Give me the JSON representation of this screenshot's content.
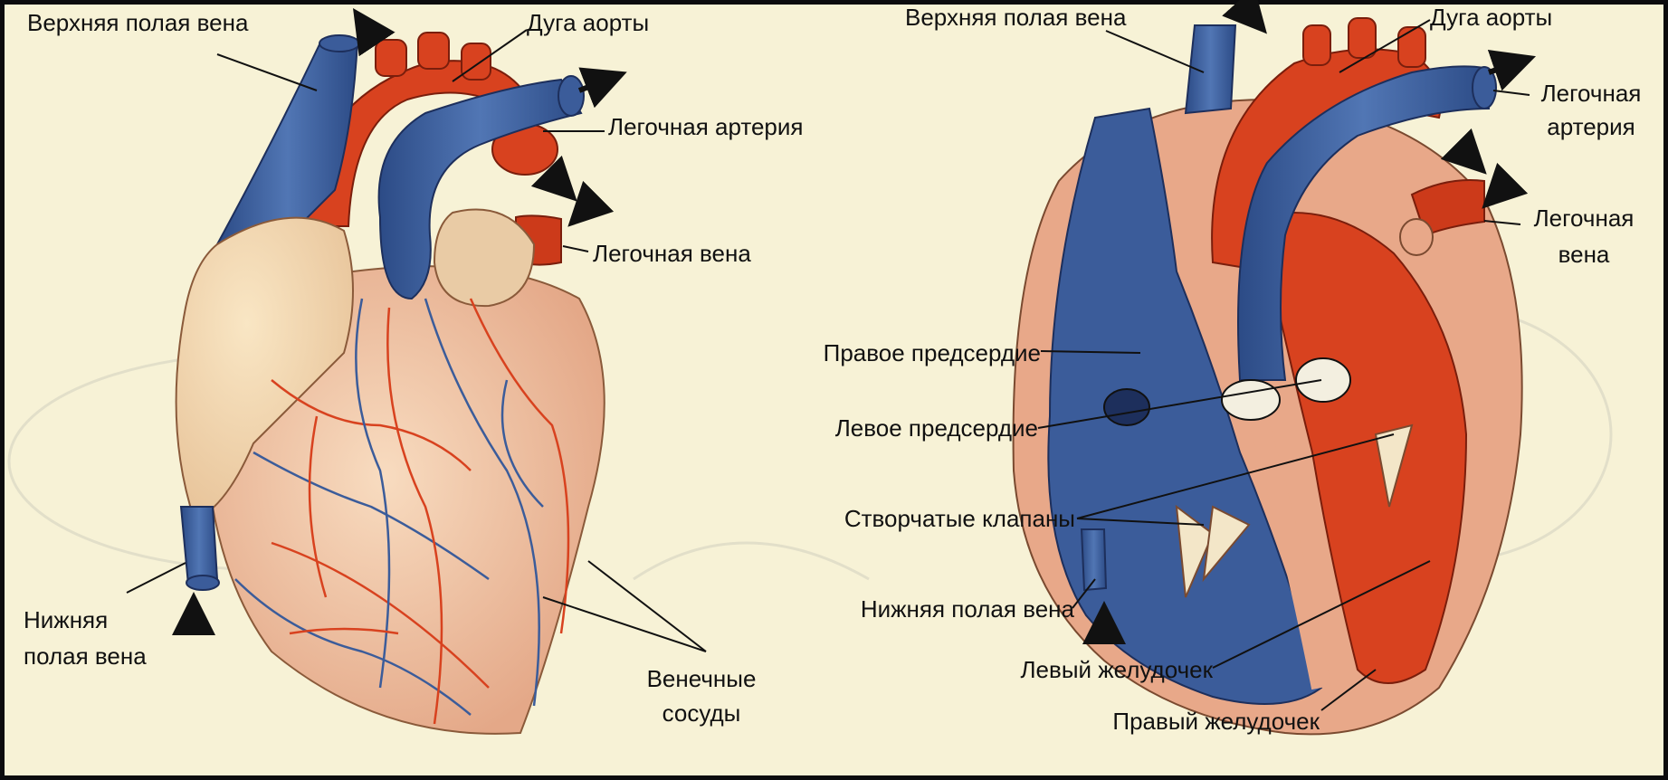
{
  "external_view": {
    "labels": {
      "superior_vena_cava": "Верхняя полая вена",
      "aortic_arch": "Дуга аорты",
      "pulmonary_artery": "Легочная артерия",
      "pulmonary_vein": "Легочная вена",
      "inferior_vena_cava_line1": "Нижняя",
      "inferior_vena_cava_line2": "полая вена",
      "coronary_vessels_line1": "Венечные",
      "coronary_vessels_line2": "сосуды"
    }
  },
  "section_view": {
    "labels": {
      "superior_vena_cava": "Верхняя полая вена",
      "aortic_arch": "Дуга аорты",
      "pulmonary_artery_line1": "Легочная",
      "pulmonary_artery_line2": "артерия",
      "pulmonary_vein_line1": "Легочная",
      "pulmonary_vein_line2": "вена",
      "right_atrium": "Правое предсердие",
      "left_atrium": "Левое предсердие",
      "atrioventricular_valves": "Створчатые клапаны",
      "inferior_vena_cava": "Нижняя полая вена",
      "left_ventricle": "Левый желудочек",
      "right_ventricle": "Правый желудочек"
    }
  },
  "colors": {
    "frame": "#0c0c0e",
    "paper": "#f7f2d6",
    "vein_blue": "#3b5c9a",
    "artery_red": "#d8421f",
    "muscle_pink": "#eebd95",
    "label_text": "#111111"
  }
}
